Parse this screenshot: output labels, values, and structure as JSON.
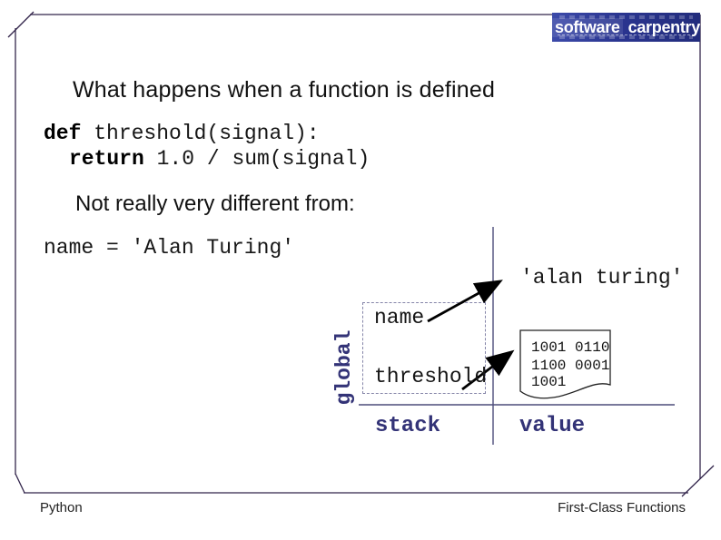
{
  "slide": {
    "title": "What happens when a function is defined",
    "subtitle": "Not really very different from:",
    "footer_left": "Python",
    "footer_right": "First-Class Functions"
  },
  "logo": {
    "word1": "software",
    "word2": "carpentry"
  },
  "code": {
    "def_keyword": "def",
    "def_rest": " threshold(signal):",
    "return_keyword": "return",
    "return_rest": " 1.0 / sum(signal)",
    "assignment": "name = 'Alan Turing'"
  },
  "diagram": {
    "global_label": "global",
    "stack_label": "stack",
    "value_label": "value",
    "name_slot": "name",
    "threshold_slot": "threshold",
    "value_string": "'alan turing'",
    "binary_lines": [
      "1001 0110",
      "1100 0001",
      "1001"
    ]
  },
  "colors": {
    "accent_navy": "#333377",
    "divider": "#4d4d7a",
    "frame_border": "#32254b",
    "logo_blue": "#2a3590",
    "code_text": "#161616"
  }
}
